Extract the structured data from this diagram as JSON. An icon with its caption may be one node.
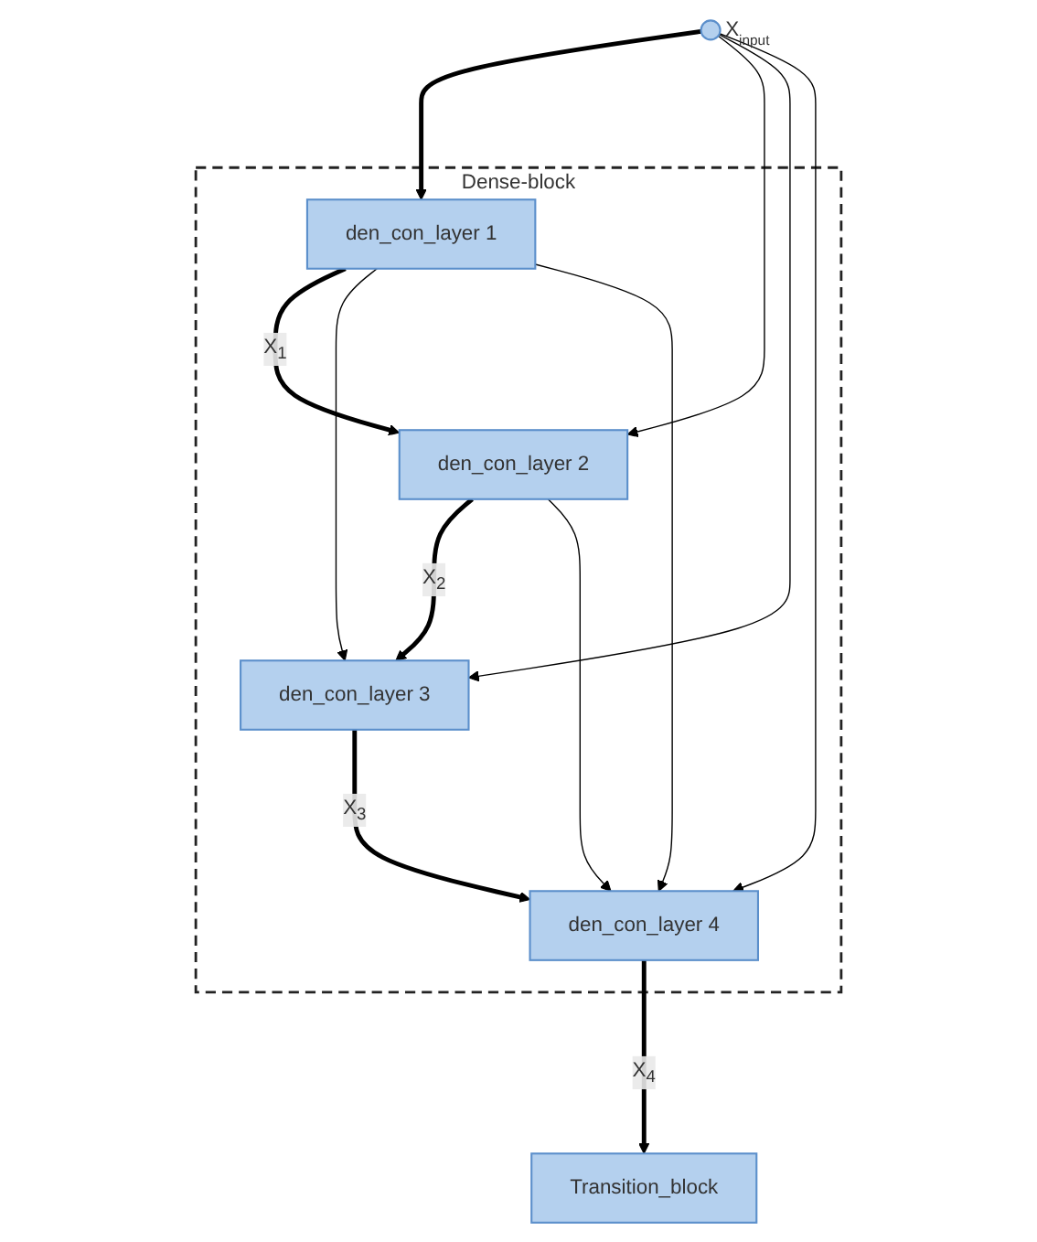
{
  "diagram": {
    "nodes": [
      {
        "text": [],
        "shape": "circle",
        "beside": [
          "X$_{input}$"
        ]
      },
      {
        "text": [
          "Dense-block"
        ]
      },
      {
        "text": [
          "den_con_layer 1"
        ],
        "in": 1
      },
      {
        "text": [
          "den_con_layer 2"
        ],
        "in": 1
      },
      {
        "text": [
          "den_con_layer 3"
        ],
        "in": 1
      },
      {
        "text": [
          "den_con_layer 4"
        ],
        "in": 1
      },
      {
        "text": [
          "Transition_block"
        ]
      }
    ],
    "edges": [
      {
        "from": 0,
        "to": 2,
        "arrow": "to",
        "style": "thick"
      },
      {
        "from": 2,
        "to": 3,
        "arrow": "to",
        "style": "thick",
        "label": "X$_{1}$"
      },
      {
        "from": 3,
        "to": 4,
        "arrow": "to",
        "style": "thick",
        "label": "X$_{2}$"
      },
      {
        "from": 4,
        "to": 5,
        "arrow": "to",
        "style": "thick",
        "label": "X$_{3}$"
      },
      {
        "from": 5,
        "to": 6,
        "arrow": "to",
        "style": "thick",
        "label": "X$_{4}$"
      },
      {
        "from": 0,
        "to": 3,
        "arrow": "to"
      },
      {
        "from": 0,
        "to": 4,
        "arrow": "to"
      },
      {
        "from": 0,
        "to": 5,
        "arrow": "to"
      },
      {
        "from": 2,
        "to": 4,
        "arrow": "to"
      },
      {
        "from": 2,
        "to": 5,
        "arrow": "to"
      },
      {
        "from": 3,
        "to": 5,
        "arrow": "to"
      }
    ]
  }
}
